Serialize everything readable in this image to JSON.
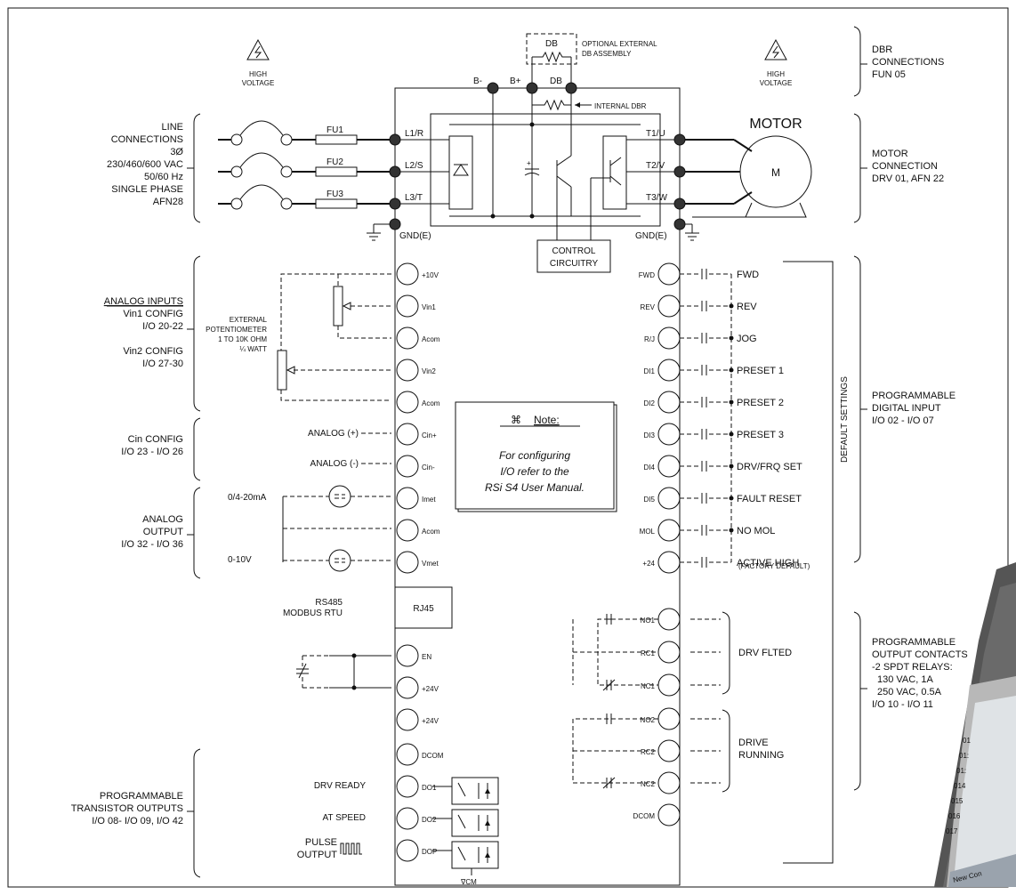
{
  "hv": {
    "line1": "HIGH",
    "line2": "VOLTAGE"
  },
  "db_assembly": {
    "box": "DB",
    "line1": "OPTIONAL EXTERNAL",
    "line2": "DB ASSEMBLY"
  },
  "bus": {
    "bminus": "B-",
    "bplus": "B+",
    "db": "DB",
    "internal_dbr": "INTERNAL DBR"
  },
  "motor": {
    "title": "MOTOR",
    "symbol": "M"
  },
  "input_terms": [
    "L1/R",
    "L2/S",
    "L3/T",
    "GND(E)"
  ],
  "output_terms": [
    "T1/U",
    "T2/V",
    "T3/W",
    "GND(E)"
  ],
  "fuses": [
    "FU1",
    "FU2",
    "FU3"
  ],
  "control_circuitry": [
    "CONTROL",
    "CIRCUITRY"
  ],
  "left_labels": {
    "line": [
      "LINE",
      "CONNECTIONS",
      "3Ø",
      "230/460/600 VAC",
      "50/60 Hz",
      "SINGLE PHASE",
      "AFN28"
    ],
    "analog_inputs_title": "ANALOG INPUTS",
    "analog_inputs": [
      "Vin1 CONFIG",
      "I/O 20-22",
      "",
      "Vin2 CONFIG",
      "I/O 27-30"
    ],
    "pot": [
      "EXTERNAL",
      "POTENTIOMETER",
      "1 TO 10K OHM",
      "¼ WATT"
    ],
    "cin": [
      "Cin CONFIG",
      "I/O 23 - I/O 26"
    ],
    "analog_plus": "ANALOG (+)",
    "analog_minus": "ANALOG (-)",
    "analog_output": [
      "ANALOG",
      "OUTPUT",
      "I/O 32 - I/O 36"
    ],
    "ma": "0/4-20mA",
    "v10": "0-10V",
    "rs485": [
      "RS485",
      "MODBUS RTU"
    ],
    "transistor": [
      "PROGRAMMABLE",
      "TRANSISTOR OUTPUTS",
      "I/O 08- I/O 09, I/O 42"
    ],
    "drv_ready": "DRV READY",
    "at_speed": "AT SPEED",
    "pulse": [
      "PULSE",
      "OUTPUT"
    ]
  },
  "right_labels": {
    "dbr": [
      "DBR",
      "CONNECTIONS",
      "FUN 05"
    ],
    "motor_conn": [
      "MOTOR",
      "CONNECTION",
      "DRV 01, AFN 22"
    ],
    "digital_input": [
      "PROGRAMMABLE",
      "DIGITAL INPUT",
      "I/O 02 - I/O 07"
    ],
    "default_settings": "DEFAULT SETTINGS",
    "output_contacts": [
      "PROGRAMMABLE",
      "OUTPUT CONTACTS",
      "-2 SPDT RELAYS:",
      "130 VAC, 1A",
      "250 VAC, 0.5A",
      "I/O 10 - I/O 11"
    ]
  },
  "left_terminals": [
    "+10V",
    "Vin1",
    "Acom",
    "Vin2",
    "Acom",
    "Cin+",
    "Cin-",
    "Imet",
    "Acom",
    "Vmet"
  ],
  "rj45": "RJ45",
  "left_terminals2": [
    "EN",
    "+24V",
    "+24V",
    "DCOM",
    "DO1",
    "DO2",
    "DOP"
  ],
  "vcm": "∇CM",
  "right_terminals": [
    "FWD",
    "REV",
    "R/J",
    "DI1",
    "DI2",
    "DI3",
    "DI4",
    "DI5",
    "MOL",
    "+24"
  ],
  "right_functions": [
    "FWD",
    "REV",
    "JOG",
    "PRESET 1",
    "PRESET 2",
    "PRESET 3",
    "DRV/FRQ SET",
    "FAULT RESET",
    "NO MOL",
    "ACTIVE HIGH"
  ],
  "factory_default": "(FACTORY DEFAULT)",
  "relay_terms": [
    "NO1",
    "RC1",
    "NC1",
    "NO2",
    "RC2",
    "NC2",
    "DCOM"
  ],
  "relay_groups": {
    "fault": "DRV FLTED",
    "running1": "DRIVE",
    "running2": "RUNNING"
  },
  "note": {
    "title": "Note:",
    "lines": [
      "For configuring",
      "I/O refer to the",
      "RSi S4 User Manual."
    ]
  },
  "keypad_rows": [
    "01",
    "01:",
    "01:",
    "014",
    "015",
    "016",
    "017"
  ],
  "keypad_footer": "New Con"
}
